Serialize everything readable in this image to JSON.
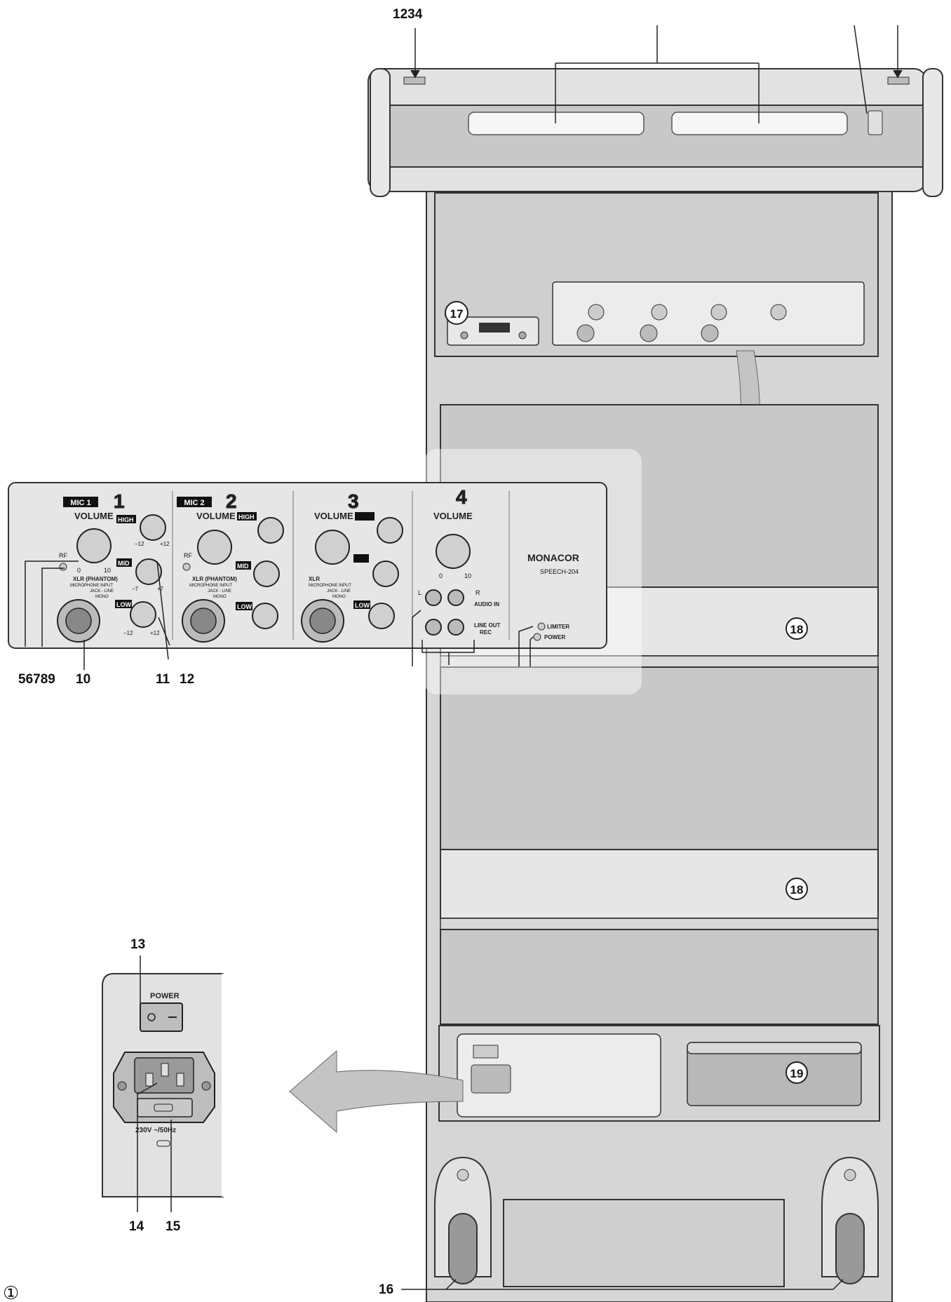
{
  "figure_number": "①",
  "callouts": {
    "top_left": "1234",
    "c5_9": "56789",
    "c10": "10",
    "c11": "11",
    "c12": "12",
    "c13": "13",
    "c14": "14",
    "c15": "15",
    "c16": "16",
    "c17": "17",
    "c18a": "18",
    "c18b": "18",
    "c19": "19"
  },
  "mixer_panel": {
    "ch1_badge": "MIC 1",
    "ch1_num": "1",
    "ch2_badge": "MIC 2",
    "ch2_num": "2",
    "ch3_num": "3",
    "ch4_num": "4",
    "volume": "VOLUME",
    "high": "HIGH",
    "mid": "MID",
    "low": "LOW",
    "rf": "RF",
    "scale_0": "0",
    "scale_10": "10",
    "scale_m12": "−12",
    "scale_p12": "+12",
    "scale_m7": "−7",
    "scale_p7": "+7",
    "xlr_phantom": "XLR (PHANTOM)",
    "mic_input": "MICROPHONE INPUT",
    "jack_line": "JACK - LINE",
    "mono": "MONO",
    "xlr": "XLR",
    "audio_in": "AUDIO IN",
    "line_out": "LINE OUT",
    "rec": "REC",
    "left": "L",
    "right": "R",
    "limiter": "LIMITER",
    "power": "POWER",
    "brand": "MONACOR",
    "model": "SPEECH-204"
  },
  "power_inset": {
    "power_label": "POWER",
    "rating": "230V ~/50Hz"
  },
  "colors": {
    "body": "#d9d9d9",
    "panel": "#ececec",
    "stroke": "#333333",
    "arrow": "#bfbfbf"
  }
}
